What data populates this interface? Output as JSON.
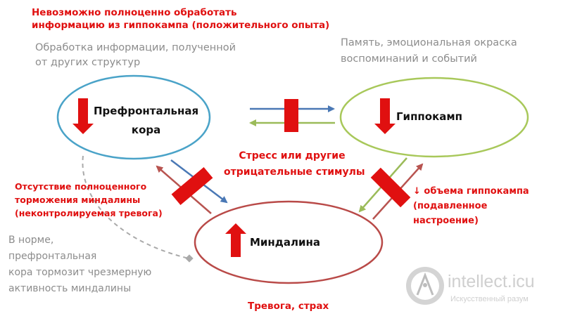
{
  "top_warning": {
    "line1": "Невозможно полноценно обработать",
    "line2": "информацию из гиппокампа (положительного опыта)"
  },
  "processing_note": {
    "line1": "Обработка информации, полученной",
    "line2": "от других структур"
  },
  "memory_note": {
    "line1": "Память, эмоциональная окраска",
    "line2": "воспоминаний и событий"
  },
  "nodes": {
    "prefrontal": {
      "line1": "Префронтальная",
      "line2": "кора"
    },
    "hippocampus": {
      "label": "Гиппокамп"
    },
    "amygdala": {
      "label": "Миндалина"
    }
  },
  "stress_label": {
    "line1": "Стресс или другие",
    "line2": "отрицательные стимулы"
  },
  "inhibition_label": {
    "line1": "Отсутствие полноценного",
    "line2": "торможения миндалины",
    "line3": "(неконтролируемая тревога)"
  },
  "hippocampus_volume_label": {
    "line1": "↓ объема гиппокампа",
    "line2": "(подавленное",
    "line3": "настроение)"
  },
  "normal_note": {
    "line1": "В норме,",
    "line2": "префронтальная",
    "line3": "кора тормозит чрезмерную",
    "line4": "активность миндалины"
  },
  "bottom_label": "Тревога, страх",
  "watermark": {
    "brand": "intellect.icu",
    "tagline": "Искусственный разум"
  },
  "colors": {
    "red": "#e01010",
    "gray": "#8c8c8c",
    "prefrontal_outline": "#4aa3c8",
    "hippocampus_outline": "#a8c85a",
    "amygdala_outline": "#b94a48",
    "blue_arrow": "#4a78b5",
    "green_arrow": "#9bbb59",
    "darkred_arrow": "#b85450",
    "dashed_line": "#aaaaaa"
  }
}
